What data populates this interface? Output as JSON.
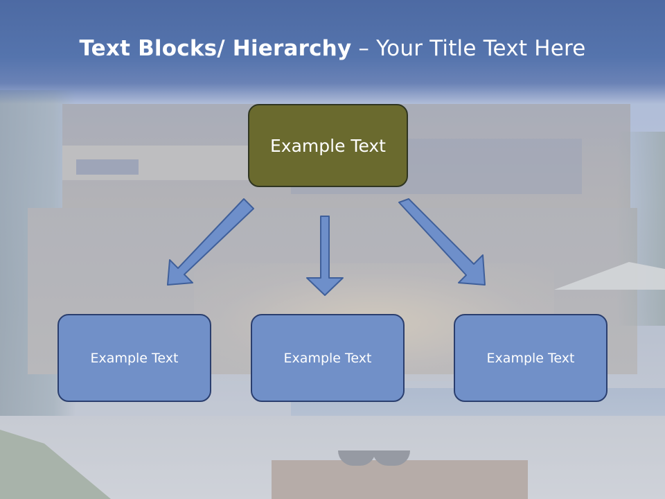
{
  "slide": {
    "title_bold": "Text Blocks/ Hierarchy",
    "title_rest": " – Your Title Text Here"
  },
  "hierarchy": {
    "top": "Example Text",
    "children": [
      {
        "label": "Example Text"
      },
      {
        "label": "Example Text"
      },
      {
        "label": "Example Text"
      }
    ]
  },
  "colors": {
    "title_bar": "#5574ad",
    "top_box": "#6a6a2e",
    "child_box": "#7190c8",
    "arrow": "#6e8fca",
    "outline": "#2a3e6e"
  },
  "background": {
    "image": "modern-house-photo"
  }
}
